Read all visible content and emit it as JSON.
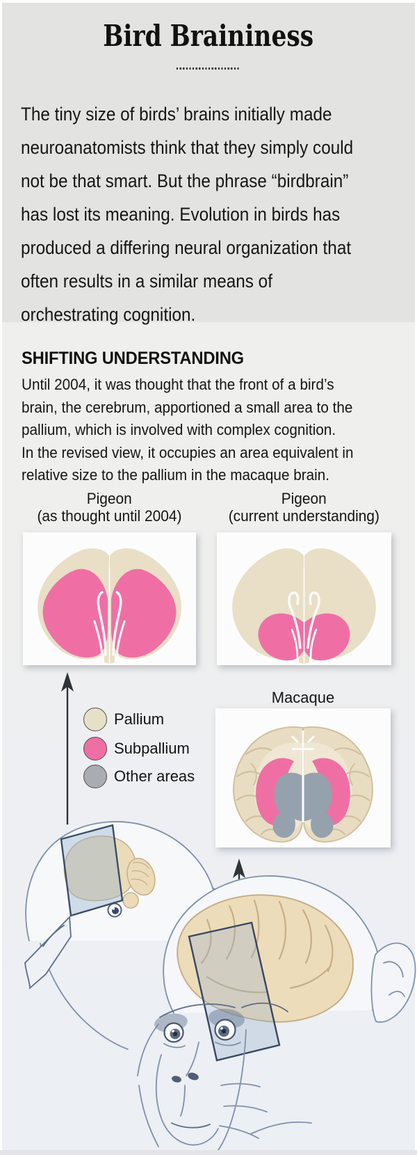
{
  "header": {
    "title": "Bird Braininess"
  },
  "intro": {
    "lines": [
      "The tiny size of birds’ brains initially made",
      "neuroanatomists think that they simply could",
      "not be that smart. But the phrase “birdbrain”",
      "has lost its meaning. Evolution in birds has",
      "produced a differing neural organization that",
      "often results in a similar means of",
      "orchestrating cognition."
    ]
  },
  "shifting": {
    "heading": "SHIFTING UNDERSTANDING",
    "lines": [
      "Until 2004, it was thought that the front of a bird’s",
      "brain, the cerebrum, apportioned a small area to the",
      "pallium, which is involved with complex cognition.",
      "In the revised view, it occupies an area equivalent in",
      "relative size to the pallium in the macaque brain."
    ]
  },
  "figures": {
    "pigeon_old": {
      "title": "Pigeon",
      "subtitle": "(as thought until 2004)"
    },
    "pigeon_new": {
      "title": "Pigeon",
      "subtitle": "(current understanding)"
    },
    "macaque": {
      "title": "Macaque"
    }
  },
  "legend": {
    "items": [
      {
        "label": "Pallium",
        "color": "#e6e0c8"
      },
      {
        "label": "Subpallium",
        "color": "#ef6fa5"
      },
      {
        "label": "Other areas",
        "color": "#a9acb2"
      }
    ]
  },
  "colors": {
    "pallium_region": "#e8ddc3",
    "subpallium_region": "#ef6fa5",
    "other_areas_region": "#96a1ae",
    "background_top": "#e3e4e2",
    "background_lower": "#efefee"
  }
}
